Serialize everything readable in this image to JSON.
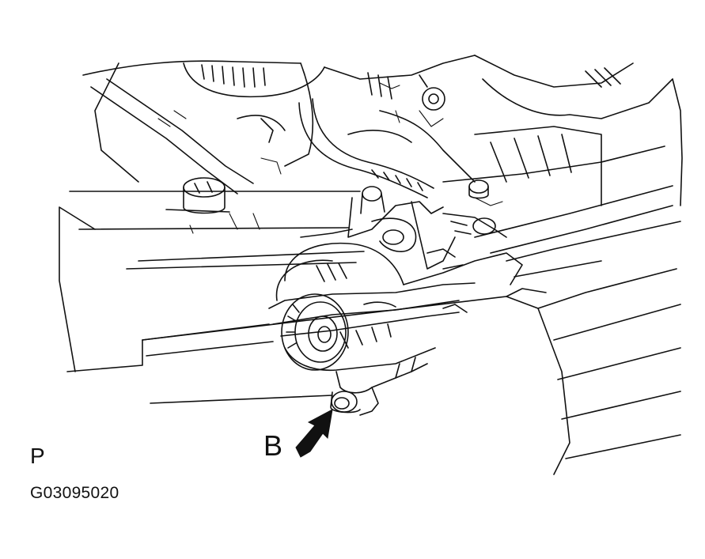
{
  "labels": {
    "callout": "B",
    "view_code": "P",
    "figure_id": "G03095020"
  },
  "colors": {
    "ink": "#111111",
    "paper": "#ffffff"
  },
  "icons": {
    "pointer": "arrow-icon"
  }
}
